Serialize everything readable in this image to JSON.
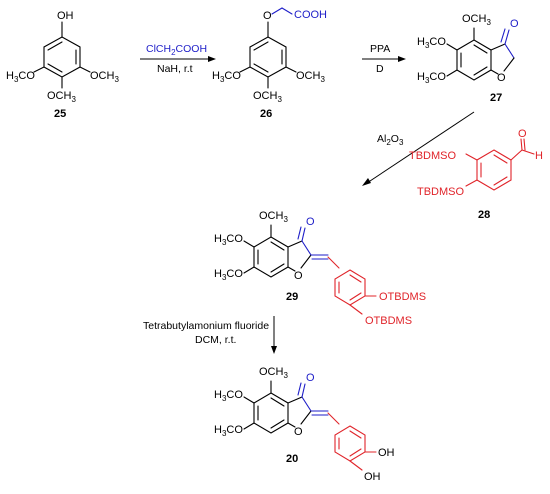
{
  "colors": {
    "black": "#000000",
    "red": "#e0242a",
    "blue": "#1e1ec8"
  },
  "compounds": {
    "c25": {
      "number": "25",
      "oh": "OH",
      "h3co": "H3CO",
      "och3_right": "OCH3",
      "och3_bottom": "OCH3"
    },
    "c26": {
      "number": "26",
      "o": "O",
      "cooh": "COOH",
      "h3co": "H3CO",
      "och3_right": "OCH3",
      "och3_bottom": "OCH3"
    },
    "c27": {
      "number": "27",
      "och3_top": "OCH3",
      "h3co_upper": "H3CO",
      "h3co_lower": "H3CO",
      "ring_o": "O",
      "keto_o": "O"
    },
    "c28": {
      "number": "28",
      "tbdmso_upper": "TBDMSO",
      "tbdmso_lower": "TBDMSO",
      "ald_o": "O",
      "ald_h": "H"
    },
    "c29": {
      "number": "29",
      "och3_top": "OCH3",
      "h3co_upper": "H3CO",
      "h3co_lower": "H3CO",
      "ring_o": "O",
      "keto_o": "O",
      "otbdms_upper": "OTBDMS",
      "otbdms_lower": "OTBDMS"
    },
    "c20": {
      "number": "20",
      "och3_top": "OCH3",
      "h3co_upper": "H3CO",
      "h3co_lower": "H3CO",
      "ring_o": "O",
      "keto_o": "O",
      "oh_upper": "OH",
      "oh_lower": "OH"
    }
  },
  "reagents": {
    "step1_top": "ClCH2COOH",
    "step1_bottom": "NaH, r.t",
    "step2_top": "PPA",
    "step2_bottom": "D",
    "step3": "Al2O3",
    "step4_line1": "Tetrabutylamonium fluoride",
    "step4_line2": "DCM, r.t."
  }
}
